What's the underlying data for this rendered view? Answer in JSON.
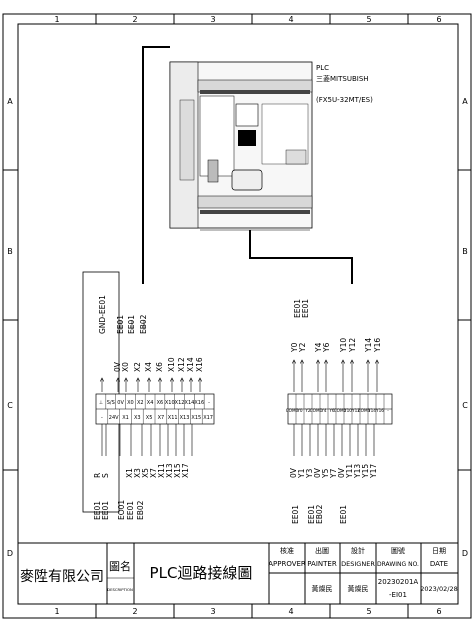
{
  "frame": {
    "columns": [
      "1",
      "2",
      "3",
      "4",
      "5",
      "6"
    ],
    "rows": [
      "A",
      "B",
      "C",
      "D"
    ]
  },
  "plc": {
    "label_line1": "PLC",
    "label_line2": "三菱MITSUBISH",
    "label_line3": "(FX5U-32MT/ES)"
  },
  "left_block": {
    "top_labels": [
      "GND-",
      "EE01",
      "EE01",
      "EB02",
      "0V",
      "X0",
      "X2",
      "X4",
      "X6",
      "X10",
      "X12",
      "X14",
      "X16"
    ],
    "top_labels_display": [
      "GND-EE01",
      "EE01",
      "EE01",
      "EB02",
      "0V",
      "X0",
      "X2",
      "X4",
      "X6",
      "X10",
      "X12",
      "X14",
      "X16"
    ],
    "terminal_labels": [
      "⊥",
      "S/S",
      "0V",
      "X0",
      "X2",
      "X4",
      "X6",
      "X10",
      "X12",
      "X14",
      "X16",
      "-"
    ],
    "terminal_labels_bottom": [
      "-",
      "24V",
      "X1",
      "X3",
      "X5",
      "X7",
      "X11",
      "X13",
      "X15",
      "X17"
    ],
    "bottom_labels": [
      "R",
      "S",
      "EE01",
      "EE01",
      "EO01",
      "X1",
      "X3",
      "X5",
      "X7",
      "X11",
      "X13",
      "X15",
      "X17",
      "EB02",
      "EE01"
    ]
  },
  "right_block": {
    "top_labels": [
      "Y0",
      "Y2",
      "Y4",
      "Y6",
      "Y10",
      "Y12",
      "Y14",
      "Y16",
      "EE01",
      "EE01"
    ],
    "terminal_labels": [
      "COM0",
      "Y0",
      "Y2",
      "COM1",
      "Y4",
      "Y6",
      "COM2",
      "Y10",
      "Y12",
      "COM3",
      "Y14",
      "Y16",
      "-"
    ],
    "bottom_labels": [
      "0V",
      "Y1",
      "Y3",
      "0V",
      "Y5",
      "Y7",
      "0V",
      "Y11",
      "Y13",
      "Y15",
      "Y17",
      "EE01",
      "EE01",
      "EB02",
      "EE01"
    ]
  },
  "title_block": {
    "company": "麥陞有限公司",
    "drawing_name_label": "圖名",
    "drawing_name_label_en": "DESCRIPTION",
    "title": "PLC迴路接線圖",
    "approver_zh": "核准",
    "approver_en": "APPROVER",
    "painter_zh": "出圖",
    "painter_en": "PAINTER",
    "designer_zh": "設計",
    "designer_en": "DESIGNER",
    "drawing_no_zh": "圖號",
    "drawing_no_en": "DRAWING NO.",
    "date_zh": "日期",
    "date_en": "DATE",
    "painter_name": "黃燦民",
    "designer_name": "黃燦民",
    "drawing_no_line1": "20230201A",
    "drawing_no_line2": "-EI01",
    "date_value": "2023/02/28"
  },
  "colors": {
    "line": "#000000",
    "background": "#ffffff"
  }
}
